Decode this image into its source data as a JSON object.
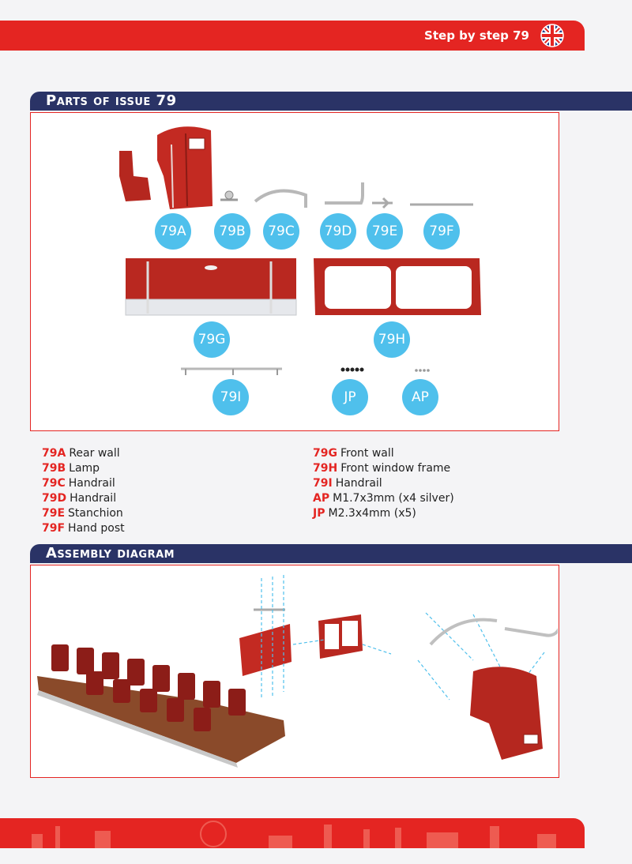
{
  "header": {
    "step_label": "Step by step 79",
    "flag_icon": "uk-flag-icon",
    "accent_color": "#e42522",
    "navy_color": "#2a3366",
    "badge_color": "#4fc0ec"
  },
  "parts_section": {
    "title": "Parts of issue 79",
    "badges": [
      "79A",
      "79B",
      "79C",
      "79D",
      "79E",
      "79F",
      "79G",
      "79H",
      "79I",
      "JP",
      "AP"
    ]
  },
  "parts_list": {
    "left": [
      {
        "code": "79A",
        "name": "Rear wall"
      },
      {
        "code": "79B",
        "name": "Lamp"
      },
      {
        "code": "79C",
        "name": "Handrail"
      },
      {
        "code": "79D",
        "name": "Handrail"
      },
      {
        "code": "79E",
        "name": "Stanchion"
      },
      {
        "code": "79F",
        "name": "Hand post"
      }
    ],
    "right": [
      {
        "code": "79G",
        "name": "Front wall"
      },
      {
        "code": "79H",
        "name": "Front window frame"
      },
      {
        "code": "79I",
        "name": "Handrail"
      },
      {
        "code": "AP",
        "name": "M1.7x3mm (x4 silver)"
      },
      {
        "code": "JP",
        "name": "M2.3x4mm (x5)"
      }
    ]
  },
  "assembly_section": {
    "title": "Assembly diagram"
  }
}
